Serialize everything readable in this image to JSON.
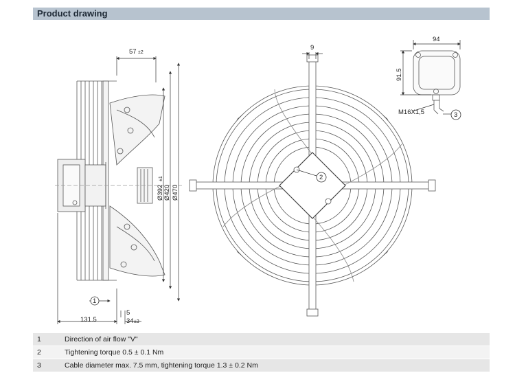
{
  "header": {
    "title": "Product drawing"
  },
  "dimensions": {
    "side_depth": "57",
    "side_depth_tol": "±2",
    "d_blade": "Ø392",
    "d_blade_tol": "±1",
    "d_inner": "Ø420",
    "d_outer": "Ø470",
    "motor_depth": "131.5",
    "bottom_small": "5",
    "bottom_offset": "34",
    "bottom_offset_tol": "±3",
    "grill_width": "9",
    "box_width": "94",
    "box_height": "91.5",
    "thread": "M16X1,5"
  },
  "callouts": {
    "c1": "1",
    "c2": "2",
    "c3": "3"
  },
  "legend": [
    {
      "num": "1",
      "text": "Direction of air flow \"V\""
    },
    {
      "num": "2",
      "text": "Tightening torque 0.5 ± 0.1 Nm"
    },
    {
      "num": "3",
      "text": "Cable diameter max. 7.5 mm, tightening torque 1.3 ± 0.2 Nm"
    }
  ]
}
